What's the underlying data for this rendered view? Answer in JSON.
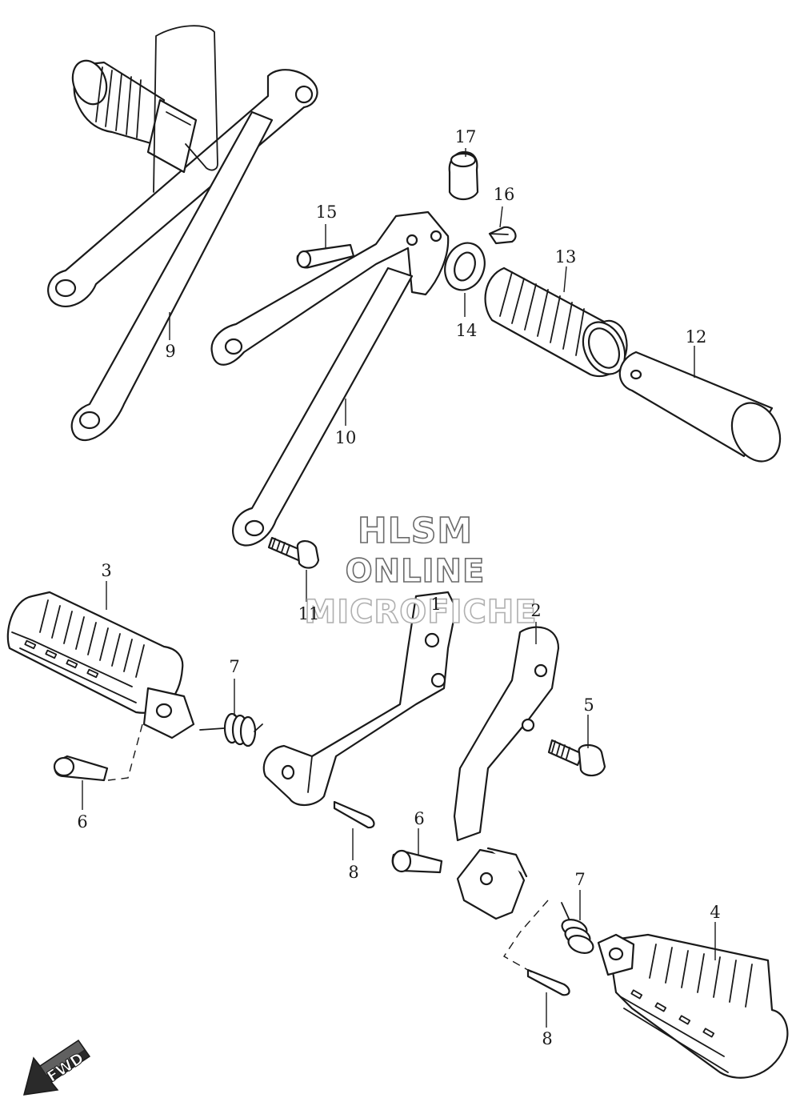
{
  "watermark": {
    "line1": "HLSM",
    "line2": "ONLINE",
    "line3": "MICROFICHE"
  },
  "direction_label": "FWD",
  "callouts": [
    {
      "id": "1",
      "label": "1"
    },
    {
      "id": "2",
      "label": "2"
    },
    {
      "id": "3",
      "label": "3"
    },
    {
      "id": "4",
      "label": "4"
    },
    {
      "id": "5",
      "label": "5"
    },
    {
      "id": "6a",
      "label": "6"
    },
    {
      "id": "6b",
      "label": "6"
    },
    {
      "id": "7a",
      "label": "7"
    },
    {
      "id": "7b",
      "label": "7"
    },
    {
      "id": "8a",
      "label": "8"
    },
    {
      "id": "8b",
      "label": "8"
    },
    {
      "id": "9",
      "label": "9"
    },
    {
      "id": "10",
      "label": "10"
    },
    {
      "id": "11",
      "label": "11"
    },
    {
      "id": "12",
      "label": "12"
    },
    {
      "id": "13",
      "label": "13"
    },
    {
      "id": "14",
      "label": "14"
    },
    {
      "id": "15",
      "label": "15"
    },
    {
      "id": "16",
      "label": "16"
    },
    {
      "id": "17",
      "label": "17"
    }
  ]
}
